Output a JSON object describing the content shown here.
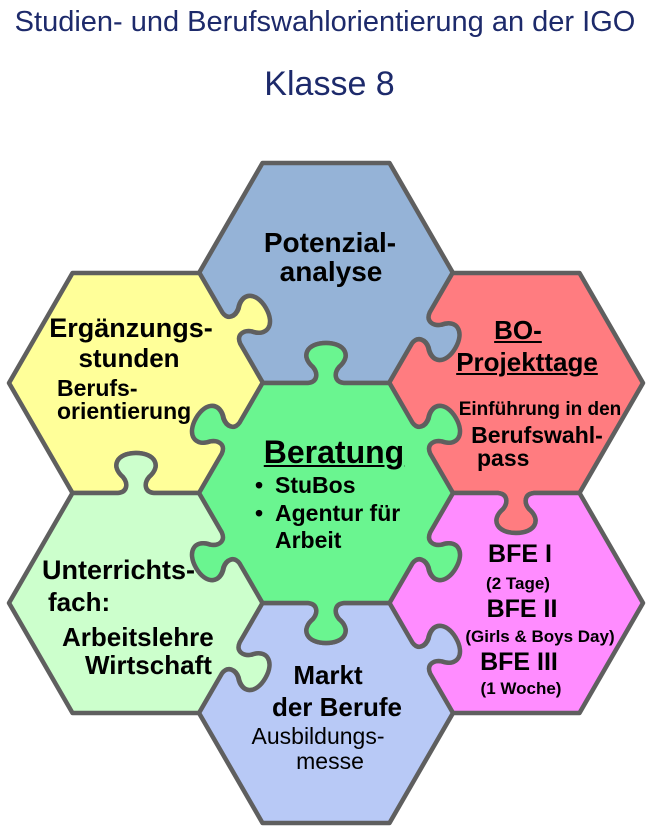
{
  "header": {
    "title": "Studien- und Berufswahlorientierung an der IGO",
    "subtitle": "Klasse 8"
  },
  "colors": {
    "title": "#1d2a6b",
    "outline": "#5f5f5f",
    "text": "#000000"
  },
  "pieces": {
    "potenzialanalyse": {
      "color": "#95b3d7",
      "lines": [
        "Potenzial-",
        "analyse"
      ]
    },
    "ergaenzungsstunden": {
      "color": "#ffff99",
      "lines": [
        "Ergänzungs-",
        "stunden"
      ],
      "sub_lines": [
        "Berufs-",
        "orientierung"
      ]
    },
    "bo_projekttage": {
      "color": "#ff7c80",
      "title_lines": [
        "BO-",
        "Projekttage"
      ],
      "lines": [
        "Einführung in den",
        "Berufswahl-",
        "pass"
      ]
    },
    "beratung": {
      "color": "#6af590",
      "title": "Beratung",
      "bullet_glyph": "•",
      "bullets": [
        "StuBos",
        "Agentur für"
      ],
      "bullet_continuation": "Arbeit"
    },
    "unterrichtsfach": {
      "color": "#ccffcc",
      "lines": [
        "Unterrichts-",
        "fach:",
        "Arbeitslehre",
        "Wirtschaft"
      ]
    },
    "bfe": {
      "color": "#ff8cff",
      "items": [
        {
          "label": "BFE I",
          "detail": "(2 Tage)"
        },
        {
          "label": "BFE II",
          "detail": "(Girls & Boys Day)"
        },
        {
          "label": "BFE III",
          "detail": "(1 Woche)"
        }
      ]
    },
    "markt_der_berufe": {
      "color": "#b8c9f6",
      "lines": [
        "Markt",
        "der Berufe"
      ],
      "sub_lines": [
        "Ausbildungs-",
        "messe"
      ]
    }
  }
}
